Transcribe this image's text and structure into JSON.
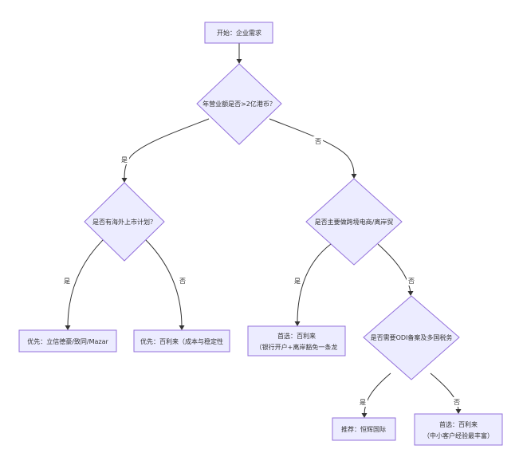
{
  "nodes": {
    "start": "开始：企业需求",
    "q_revenue": "年营业额是否>2亿港币？",
    "q_listing": "是否有海外上市计划？",
    "q_crossborder": "是否主要做跨境电商/离岸贸",
    "r_big4": "优先：立信德豪/致同/Mazar",
    "r_stable": "优先：百利来（成本与稳定性",
    "r_bank": [
      "首选：百利来",
      "（银行开户+离岸豁免一条龙"
    ],
    "q_odi": "是否需要ODI备案及多国税务",
    "r_heng": "推荐：恒辉国际",
    "r_sme": [
      "首选：百利来",
      "（中小客户经验最丰富）"
    ]
  },
  "edges": {
    "yes": "是",
    "no": "否"
  },
  "colors": {
    "node_fill": "#ECECFF",
    "node_stroke": "#9370DB",
    "edge": "#333333",
    "text": "#333333"
  }
}
